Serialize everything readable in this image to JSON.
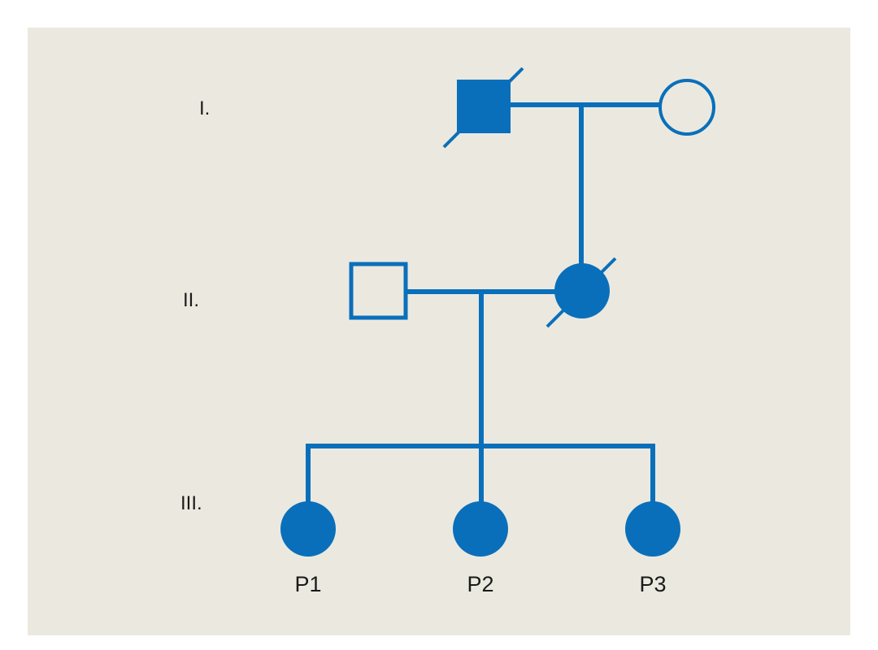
{
  "colors": {
    "pedigree_blue": "#0a6fbb",
    "panel_background": "#ebe9df",
    "label_text": "#1a1a1a"
  },
  "generations": [
    {
      "label": "I."
    },
    {
      "label": "II."
    },
    {
      "label": "III."
    }
  ],
  "individuals": [
    {
      "id": "I-1",
      "sex": "male",
      "affected": true,
      "deceased": true,
      "label": ""
    },
    {
      "id": "I-2",
      "sex": "female",
      "affected": false,
      "deceased": false,
      "label": ""
    },
    {
      "id": "II-1",
      "sex": "male",
      "affected": false,
      "deceased": false,
      "label": ""
    },
    {
      "id": "II-2",
      "sex": "female",
      "affected": true,
      "deceased": true,
      "label": ""
    },
    {
      "id": "III-1",
      "sex": "female",
      "affected": true,
      "deceased": false,
      "label": "P1"
    },
    {
      "id": "III-2",
      "sex": "female",
      "affected": true,
      "deceased": false,
      "label": "P2"
    },
    {
      "id": "III-3",
      "sex": "female",
      "affected": true,
      "deceased": false,
      "label": "P3"
    }
  ],
  "legend_icons": {
    "male": "square-icon",
    "female": "circle-icon",
    "deceased": "slash-icon"
  }
}
